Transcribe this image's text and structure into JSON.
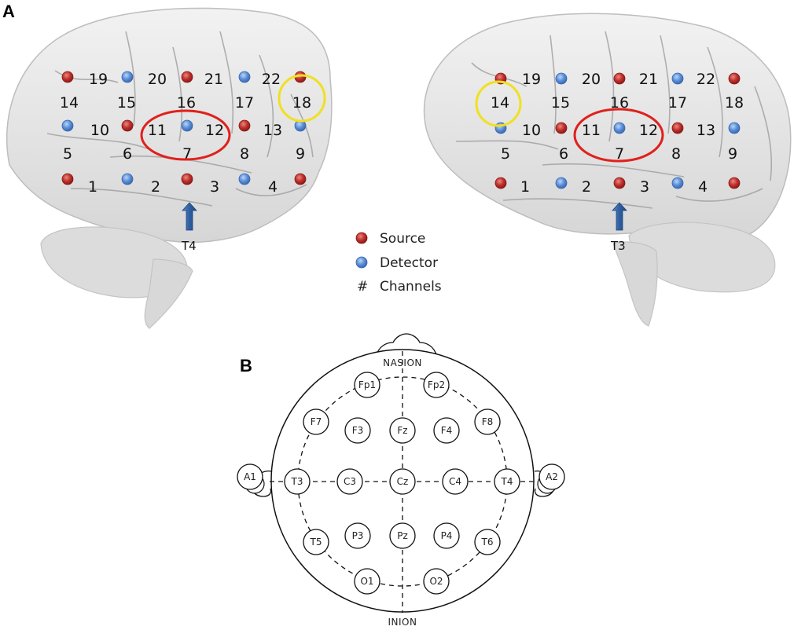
{
  "panels": {
    "a_label": "A",
    "b_label": "B"
  },
  "colors": {
    "source": "#c0302c",
    "detector": "#5b8fd8",
    "roi_highlight": "#e0201c",
    "channel_highlight": "#f0e020",
    "arrow": "#2f5fa0",
    "brain": "#e6e6e6"
  },
  "legend": {
    "items": [
      {
        "symbol": "source-dot",
        "label": "Source"
      },
      {
        "symbol": "detector-dot",
        "label": "Detector"
      },
      {
        "symbol": "#",
        "label": "Channels"
      }
    ]
  },
  "brains": [
    {
      "id": "right-hemisphere",
      "arrow_label": "T4",
      "highlighted_channel": "18",
      "roi_channels": [
        "11",
        "12",
        "7"
      ],
      "optode_rows": [
        [
          "S",
          "D",
          "S",
          "D",
          "S"
        ],
        [
          "D",
          "S",
          "D",
          "S",
          "D"
        ],
        [
          "S",
          "D",
          "S",
          "D",
          "S"
        ]
      ],
      "channel_rows": [
        [
          "19",
          "20",
          "21",
          "22"
        ],
        [
          "14",
          "15",
          "16",
          "17",
          "18"
        ],
        [
          "10",
          "11",
          "12",
          "13"
        ],
        [
          "5",
          "6",
          "7",
          "8",
          "9"
        ],
        [
          "1",
          "2",
          "3",
          "4"
        ]
      ]
    },
    {
      "id": "left-hemisphere",
      "arrow_label": "T3",
      "highlighted_channel": "14",
      "roi_channels": [
        "11",
        "12",
        "7"
      ],
      "optode_rows": [
        [
          "S",
          "D",
          "S",
          "D",
          "S"
        ],
        [
          "D",
          "S",
          "D",
          "S",
          "D"
        ],
        [
          "S",
          "D",
          "S",
          "D",
          "S"
        ]
      ],
      "channel_rows": [
        [
          "19",
          "20",
          "21",
          "22"
        ],
        [
          "14",
          "15",
          "16",
          "17",
          "18"
        ],
        [
          "10",
          "11",
          "12",
          "13"
        ],
        [
          "5",
          "6",
          "7",
          "8",
          "9"
        ],
        [
          "1",
          "2",
          "3",
          "4"
        ]
      ]
    }
  ],
  "eeg": {
    "nasion": "NASION",
    "inion": "INION",
    "electrodes": [
      {
        "name": "Fp1"
      },
      {
        "name": "Fp2"
      },
      {
        "name": "F7"
      },
      {
        "name": "F3"
      },
      {
        "name": "Fz"
      },
      {
        "name": "F4"
      },
      {
        "name": "F8"
      },
      {
        "name": "A1"
      },
      {
        "name": "T3"
      },
      {
        "name": "C3"
      },
      {
        "name": "Cz"
      },
      {
        "name": "C4"
      },
      {
        "name": "T4"
      },
      {
        "name": "A2"
      },
      {
        "name": "T5"
      },
      {
        "name": "P3"
      },
      {
        "name": "Pz"
      },
      {
        "name": "P4"
      },
      {
        "name": "T6"
      },
      {
        "name": "O1"
      },
      {
        "name": "O2"
      }
    ]
  }
}
